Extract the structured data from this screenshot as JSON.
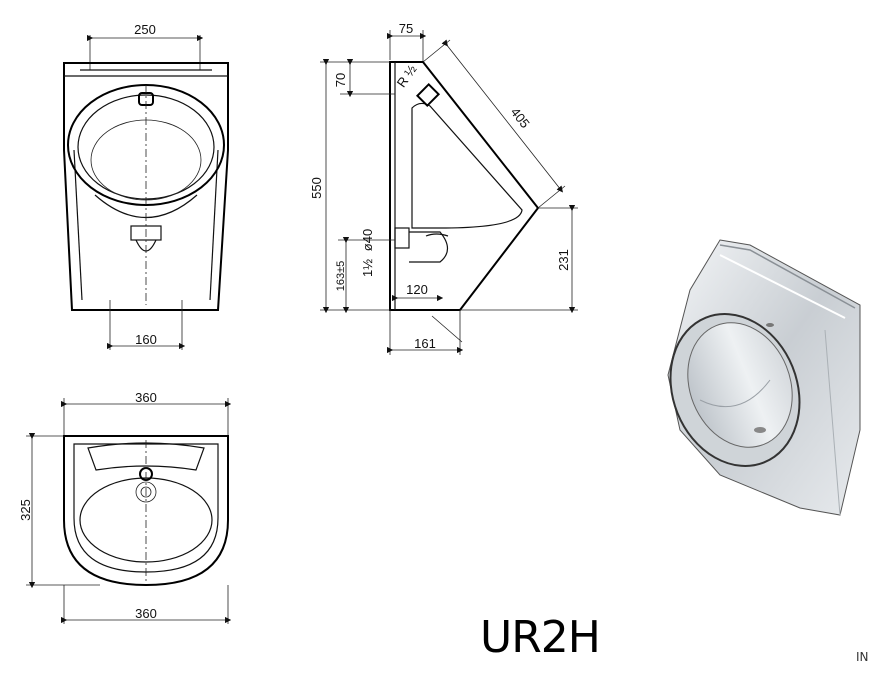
{
  "product_name": "UR2H",
  "brand_mark": "IN",
  "front_view": {
    "top_width": "250",
    "bottom_width": "160"
  },
  "side_view": {
    "top_offset": "75",
    "top_height": "70",
    "thread": "R ½",
    "slope_length": "405",
    "total_height": "550",
    "outlet_diameter": "ø40",
    "outlet_thread": "1½",
    "outlet_height": "163±5",
    "outlet_depth": "120",
    "lower_height": "231",
    "bottom_depth": "161"
  },
  "top_view": {
    "top_width": "360",
    "depth": "325",
    "bottom_width": "360"
  }
}
